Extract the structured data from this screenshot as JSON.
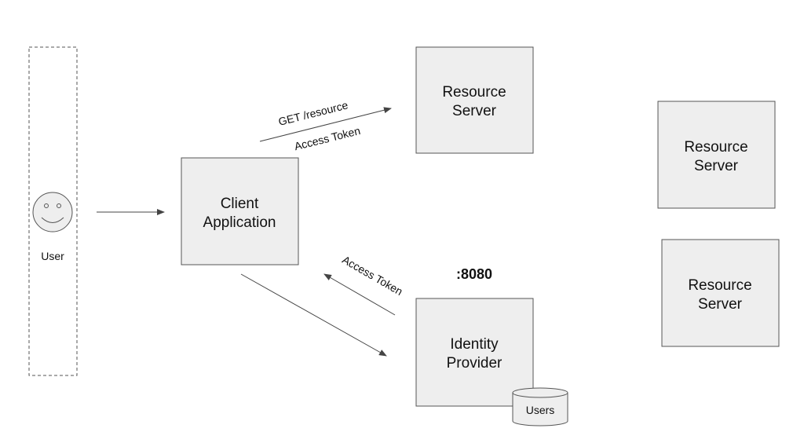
{
  "actors": {
    "user": {
      "label": "User"
    }
  },
  "nodes": {
    "client_app": {
      "line1": "Client",
      "line2": "Application"
    },
    "resource_server_1": {
      "line1": "Resource",
      "line2": "Server"
    },
    "resource_server_2": {
      "line1": "Resource",
      "line2": "Server"
    },
    "resource_server_3": {
      "line1": "Resource",
      "line2": "Server"
    },
    "identity_provider": {
      "line1": "Identity",
      "line2": "Provider",
      "port": ":8080"
    },
    "users_db": {
      "label": "Users"
    }
  },
  "edges": {
    "get_resource": {
      "top_label": "GET /resource",
      "bottom_label": "Access Token"
    },
    "idp_token": {
      "label": "Access Token"
    }
  },
  "colors": {
    "box_fill": "#eeeeee",
    "box_stroke": "#555555",
    "arrow": "#444444",
    "text": "#111111"
  }
}
